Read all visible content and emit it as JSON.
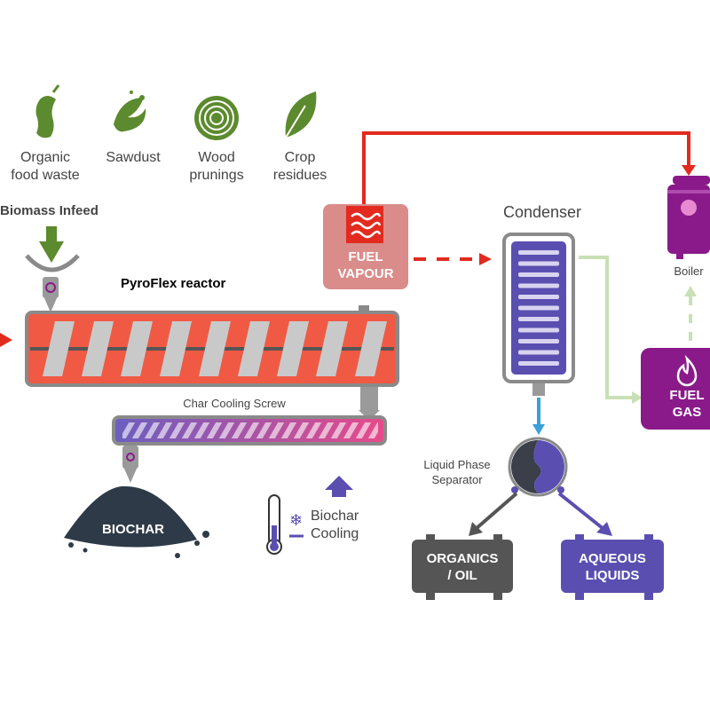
{
  "feedstocks": [
    {
      "label_line1": "Organic",
      "label_line2": "food waste",
      "icon": "apple-core-icon"
    },
    {
      "label_line1": "Sawdust",
      "label_line2": "",
      "icon": "sawdust-icon"
    },
    {
      "label_line1": "Wood",
      "label_line2": "prunings",
      "icon": "wood-log-icon"
    },
    {
      "label_line1": "Crop",
      "label_line2": "residues",
      "icon": "leaf-icon"
    }
  ],
  "labels": {
    "biomass_infeed": "Biomass Infeed",
    "reactor": "PyroFlex reactor",
    "fuel_vapour_1": "FUEL",
    "fuel_vapour_2": "VAPOUR",
    "condenser": "Condenser",
    "boiler": "Boiler",
    "fuel_gas_1": "FUEL",
    "fuel_gas_2": "GAS",
    "char_cooling_screw": "Char Cooling Screw",
    "liquid_phase_1": "Liquid Phase",
    "liquid_phase_2": "Separator",
    "biochar": "BIOCHAR",
    "biochar_cooling_1": "Biochar",
    "biochar_cooling_2": "Cooling",
    "organics_1": "ORGANICS",
    "organics_2": "/ OIL",
    "aqueous_1": "AQUEOUS",
    "aqueous_2": "LIQUIDS"
  },
  "colors": {
    "red": "#e32a1f",
    "reactor": "#f05a44",
    "vapour_box": "#d98c8a",
    "green": "#5c8a2e",
    "light_green": "#c9e0b5",
    "purple": "#8a1a8a",
    "indigo": "#5a4fb0",
    "grey": "#6b6b6b",
    "blue": "#3aa0d8"
  }
}
